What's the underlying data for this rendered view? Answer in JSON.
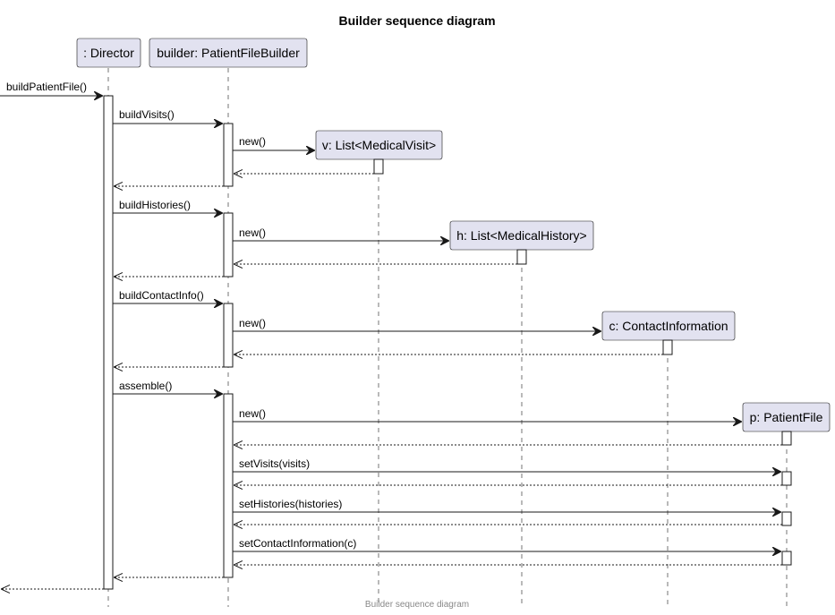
{
  "title": "Builder sequence diagram",
  "caption": "Builder sequence diagram",
  "colors": {
    "participant_fill": "#E2E2F0",
    "line": "#181818"
  },
  "participants": {
    "director": ": Director",
    "builder": "builder: PatientFileBuilder",
    "visits": "v: List<MedicalVisit>",
    "histories": "h: List<MedicalHistory>",
    "contact": "c: ContactInformation",
    "patient_file": "p: PatientFile"
  },
  "messages": {
    "build_patient_file": "buildPatientFile()",
    "build_visits": "buildVisits()",
    "new_visits": "new()",
    "build_histories": "buildHistories()",
    "new_histories": "new()",
    "build_contact_info": "buildContactInfo()",
    "new_contact": "new()",
    "assemble": "assemble()",
    "new_patient_file": "new()",
    "set_visits": "setVisits(visits)",
    "set_histories": "setHistories(histories)",
    "set_contact_information": "setContactInformation(c)"
  }
}
